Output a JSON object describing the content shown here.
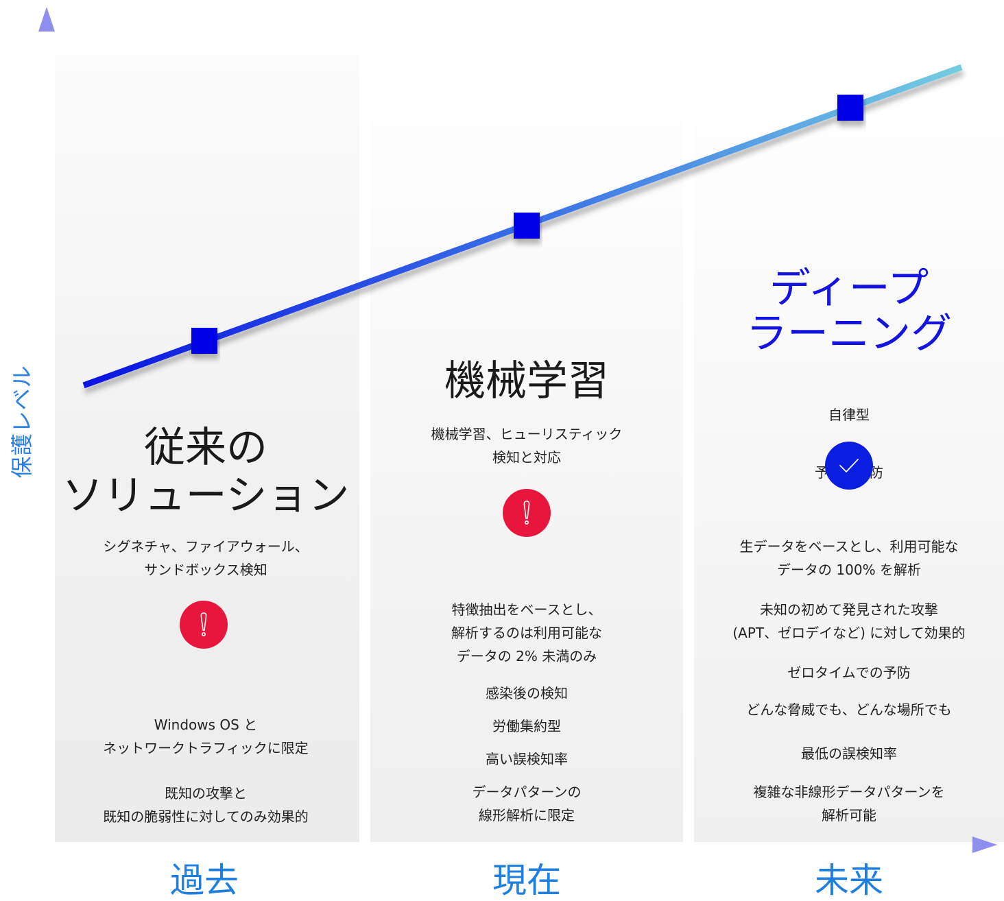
{
  "axes": {
    "y_label": "保護レベル",
    "x_labels": [
      "過去",
      "現在",
      "未来"
    ]
  },
  "colors": {
    "axis_start": "#1010e0",
    "axis_end": "#8f8ff0",
    "line_start": "#0a14e0",
    "line_end": "#74cde0",
    "marker": "#0000e6",
    "warning": "#e8163c",
    "success": "#0a1ee0",
    "title_future": "#1414e0",
    "era_label": "#1f7fe0"
  },
  "columns": {
    "past": {
      "title_line1": "従来の",
      "title_line2": "ソリューション",
      "description": "シグネチャ、ファイアウォール、\nサンドボックス検知",
      "status_icon": "exclamation-icon",
      "properties": [
        "Windows OS と\nネットワークトラフィックに限定",
        "既知の攻撃と\n既知の脆弱性に対してのみ効果的"
      ]
    },
    "present": {
      "title": "機械学習",
      "description": "機械学習、ヒューリスティック\n検知と対応",
      "status_icon": "exclamation-icon",
      "properties": [
        "特徴抽出をベースとし、\n解析するのは利用可能な\nデータの 2% 未満のみ",
        "感染後の検知",
        "労働集約型",
        "高い誤検知率",
        "データパターンの\n線形解析に限定"
      ]
    },
    "future": {
      "title_line1": "ディープ",
      "title_line2": "ラーニング",
      "description_line1": "自律型",
      "description_line2": "予測と予防",
      "status_icon": "checkmark-icon",
      "properties": [
        "生データをベースとし、利用可能な\nデータの 100% を解析",
        "未知の初めて発見された攻撃\n(APT、ゼロデイなど) に対して効果的",
        "ゼロタイムでの予防",
        "どんな脅威でも、どんな場所でも",
        "最低の誤検知率",
        "複雑な非線形データパターンを\n解析可能"
      ]
    }
  }
}
